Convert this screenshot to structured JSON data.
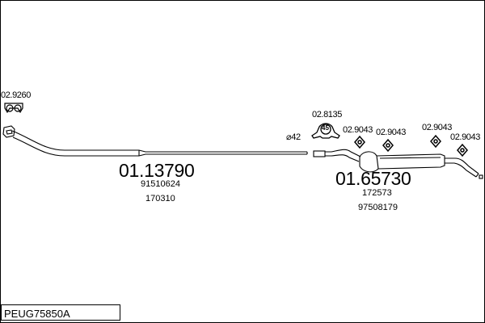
{
  "diagram_code": "PEUG75850A",
  "parts": {
    "front_pipe": {
      "number": "01.13790",
      "refs": [
        "91510624",
        "170310"
      ]
    },
    "rear_section": {
      "number": "01.65730",
      "refs": [
        "172573",
        "97508179"
      ]
    },
    "gasket": {
      "number": "02.9260"
    },
    "clamp": {
      "number": "02.8135",
      "badge": "45"
    },
    "hangers": [
      "02.9043",
      "02.9043",
      "02.9043",
      "02.9043"
    ],
    "diameter_label": "⌀42"
  }
}
